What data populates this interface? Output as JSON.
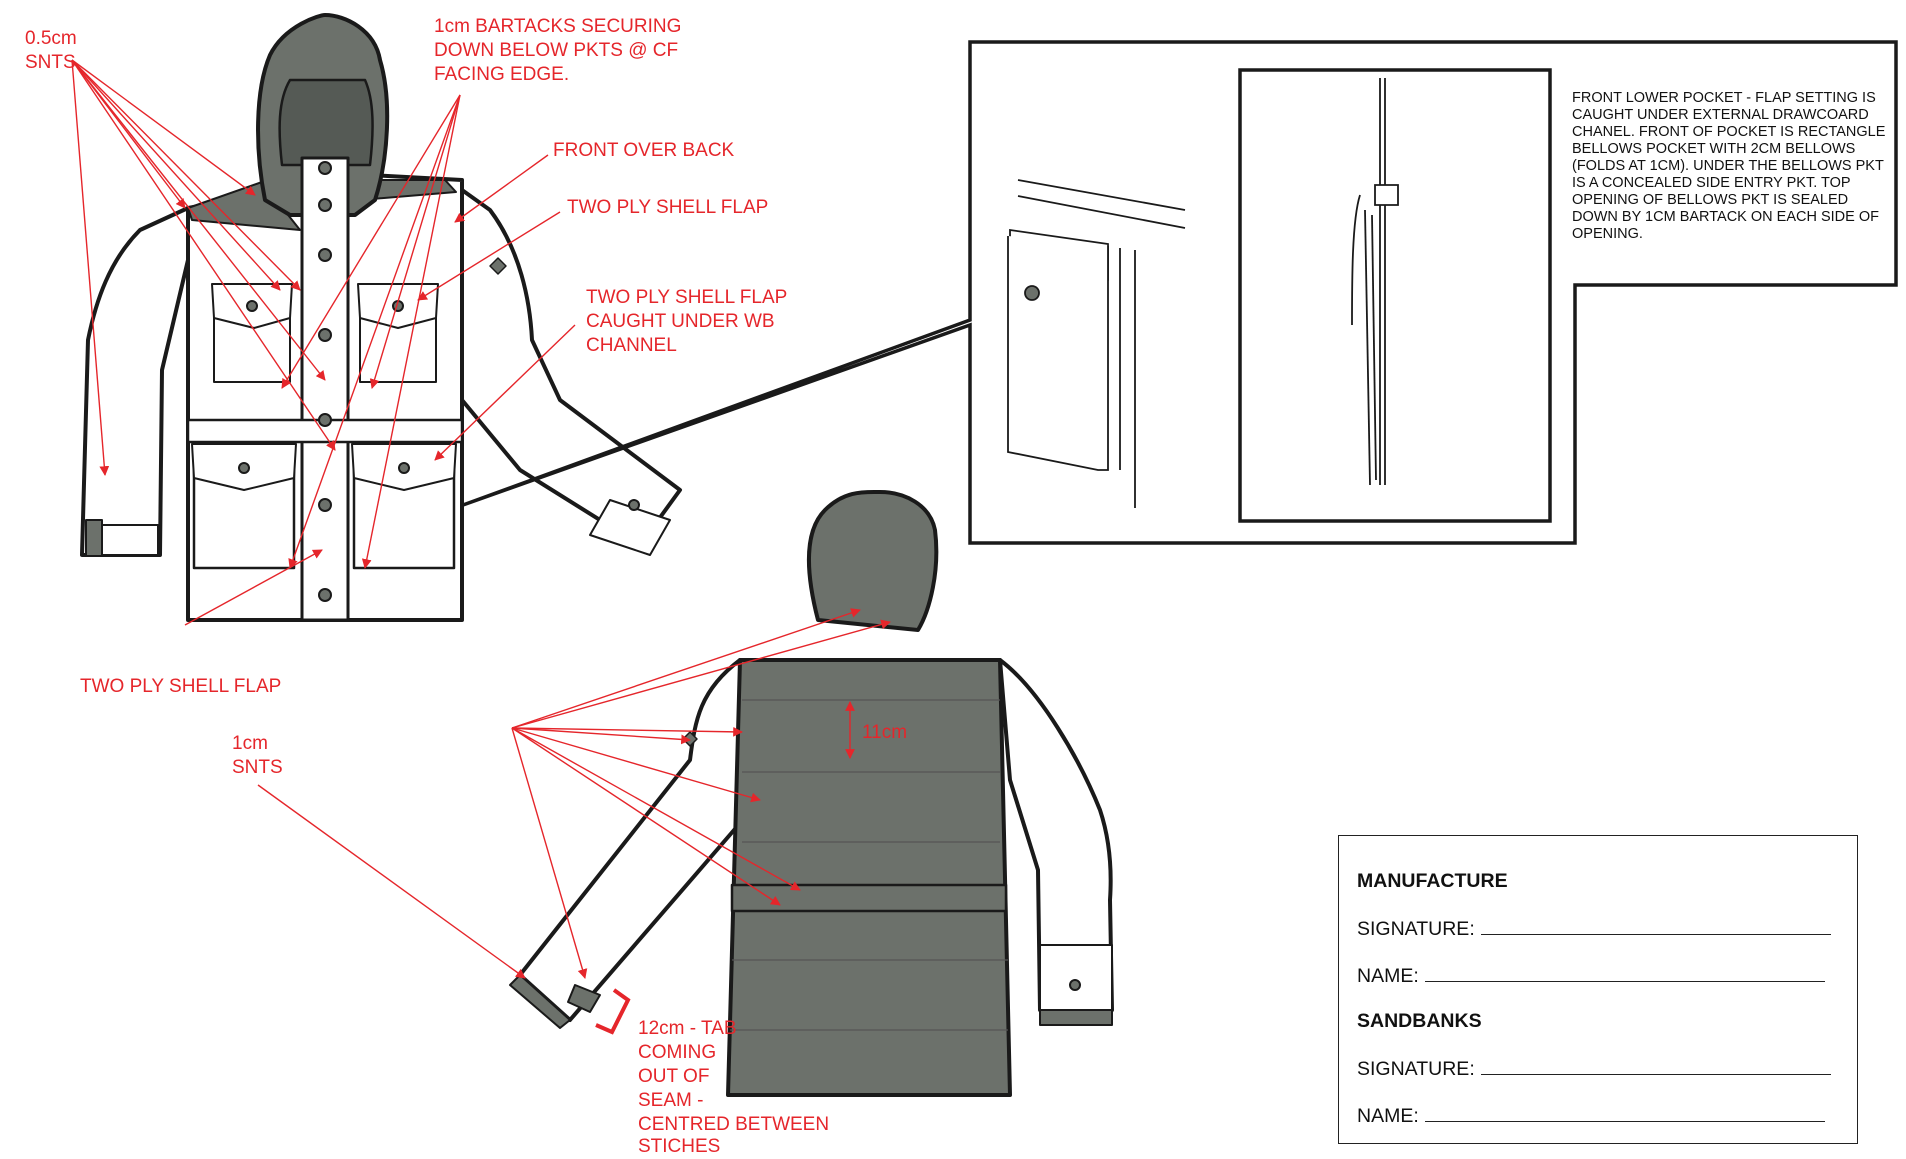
{
  "colors": {
    "annotation": "#e5262b",
    "shell_grey": "#6c716b",
    "outline": "#1a1a1a",
    "fabric": "#ffffff"
  },
  "annotations": {
    "snts_05": [
      "0.5cm",
      "SNTS"
    ],
    "bartacks": [
      "1cm BARTACKS SECURING",
      "DOWN BELOW PKTS @ CF",
      "FACING EDGE."
    ],
    "front_over_back": "FRONT OVER BACK",
    "two_ply_flap_1": "TWO PLY SHELL FLAP",
    "two_ply_flap_caught": [
      "TWO PLY SHELL FLAP",
      "CAUGHT UNDER WB",
      "CHANNEL"
    ],
    "two_ply_flap_bottom": "TWO PLY SHELL FLAP",
    "snts_1": [
      "1cm",
      "SNTS"
    ],
    "panel_height": "11cm",
    "tab_note": [
      "12cm - TAB",
      "COMING",
      "OUT OF",
      "SEAM -",
      "CENTRED BETWEEN",
      "STICHES"
    ]
  },
  "pocket_callout": {
    "text": [
      "FRONT LOWER POCKET - FLAP SETTING IS",
      "CAUGHT UNDER EXTERNAL DRAWCOARD",
      "CHANEL. FRONT OF POCKET IS RECTANGLE",
      "BELLOWS POCKET WITH 2CM BELLOWS",
      "(FOLDS AT 1CM). UNDER THE BELLOWS PKT",
      "IS A CONCEALED SIDE ENTRY PKT. TOP",
      "OPENING OF BELLOWS PKT IS SEALED",
      "DOWN BY 1CM BARTACK ON EACH SIDE OF",
      "OPENING."
    ]
  },
  "signoff": {
    "manufacture_heading": "MANUFACTURE",
    "signature_label_1": "SIGNATURE:",
    "name_label_1": "NAME:",
    "sandbanks_heading": "SANDBANKS",
    "signature_label_2": "SIGNATURE:",
    "name_label_2": "NAME:"
  }
}
